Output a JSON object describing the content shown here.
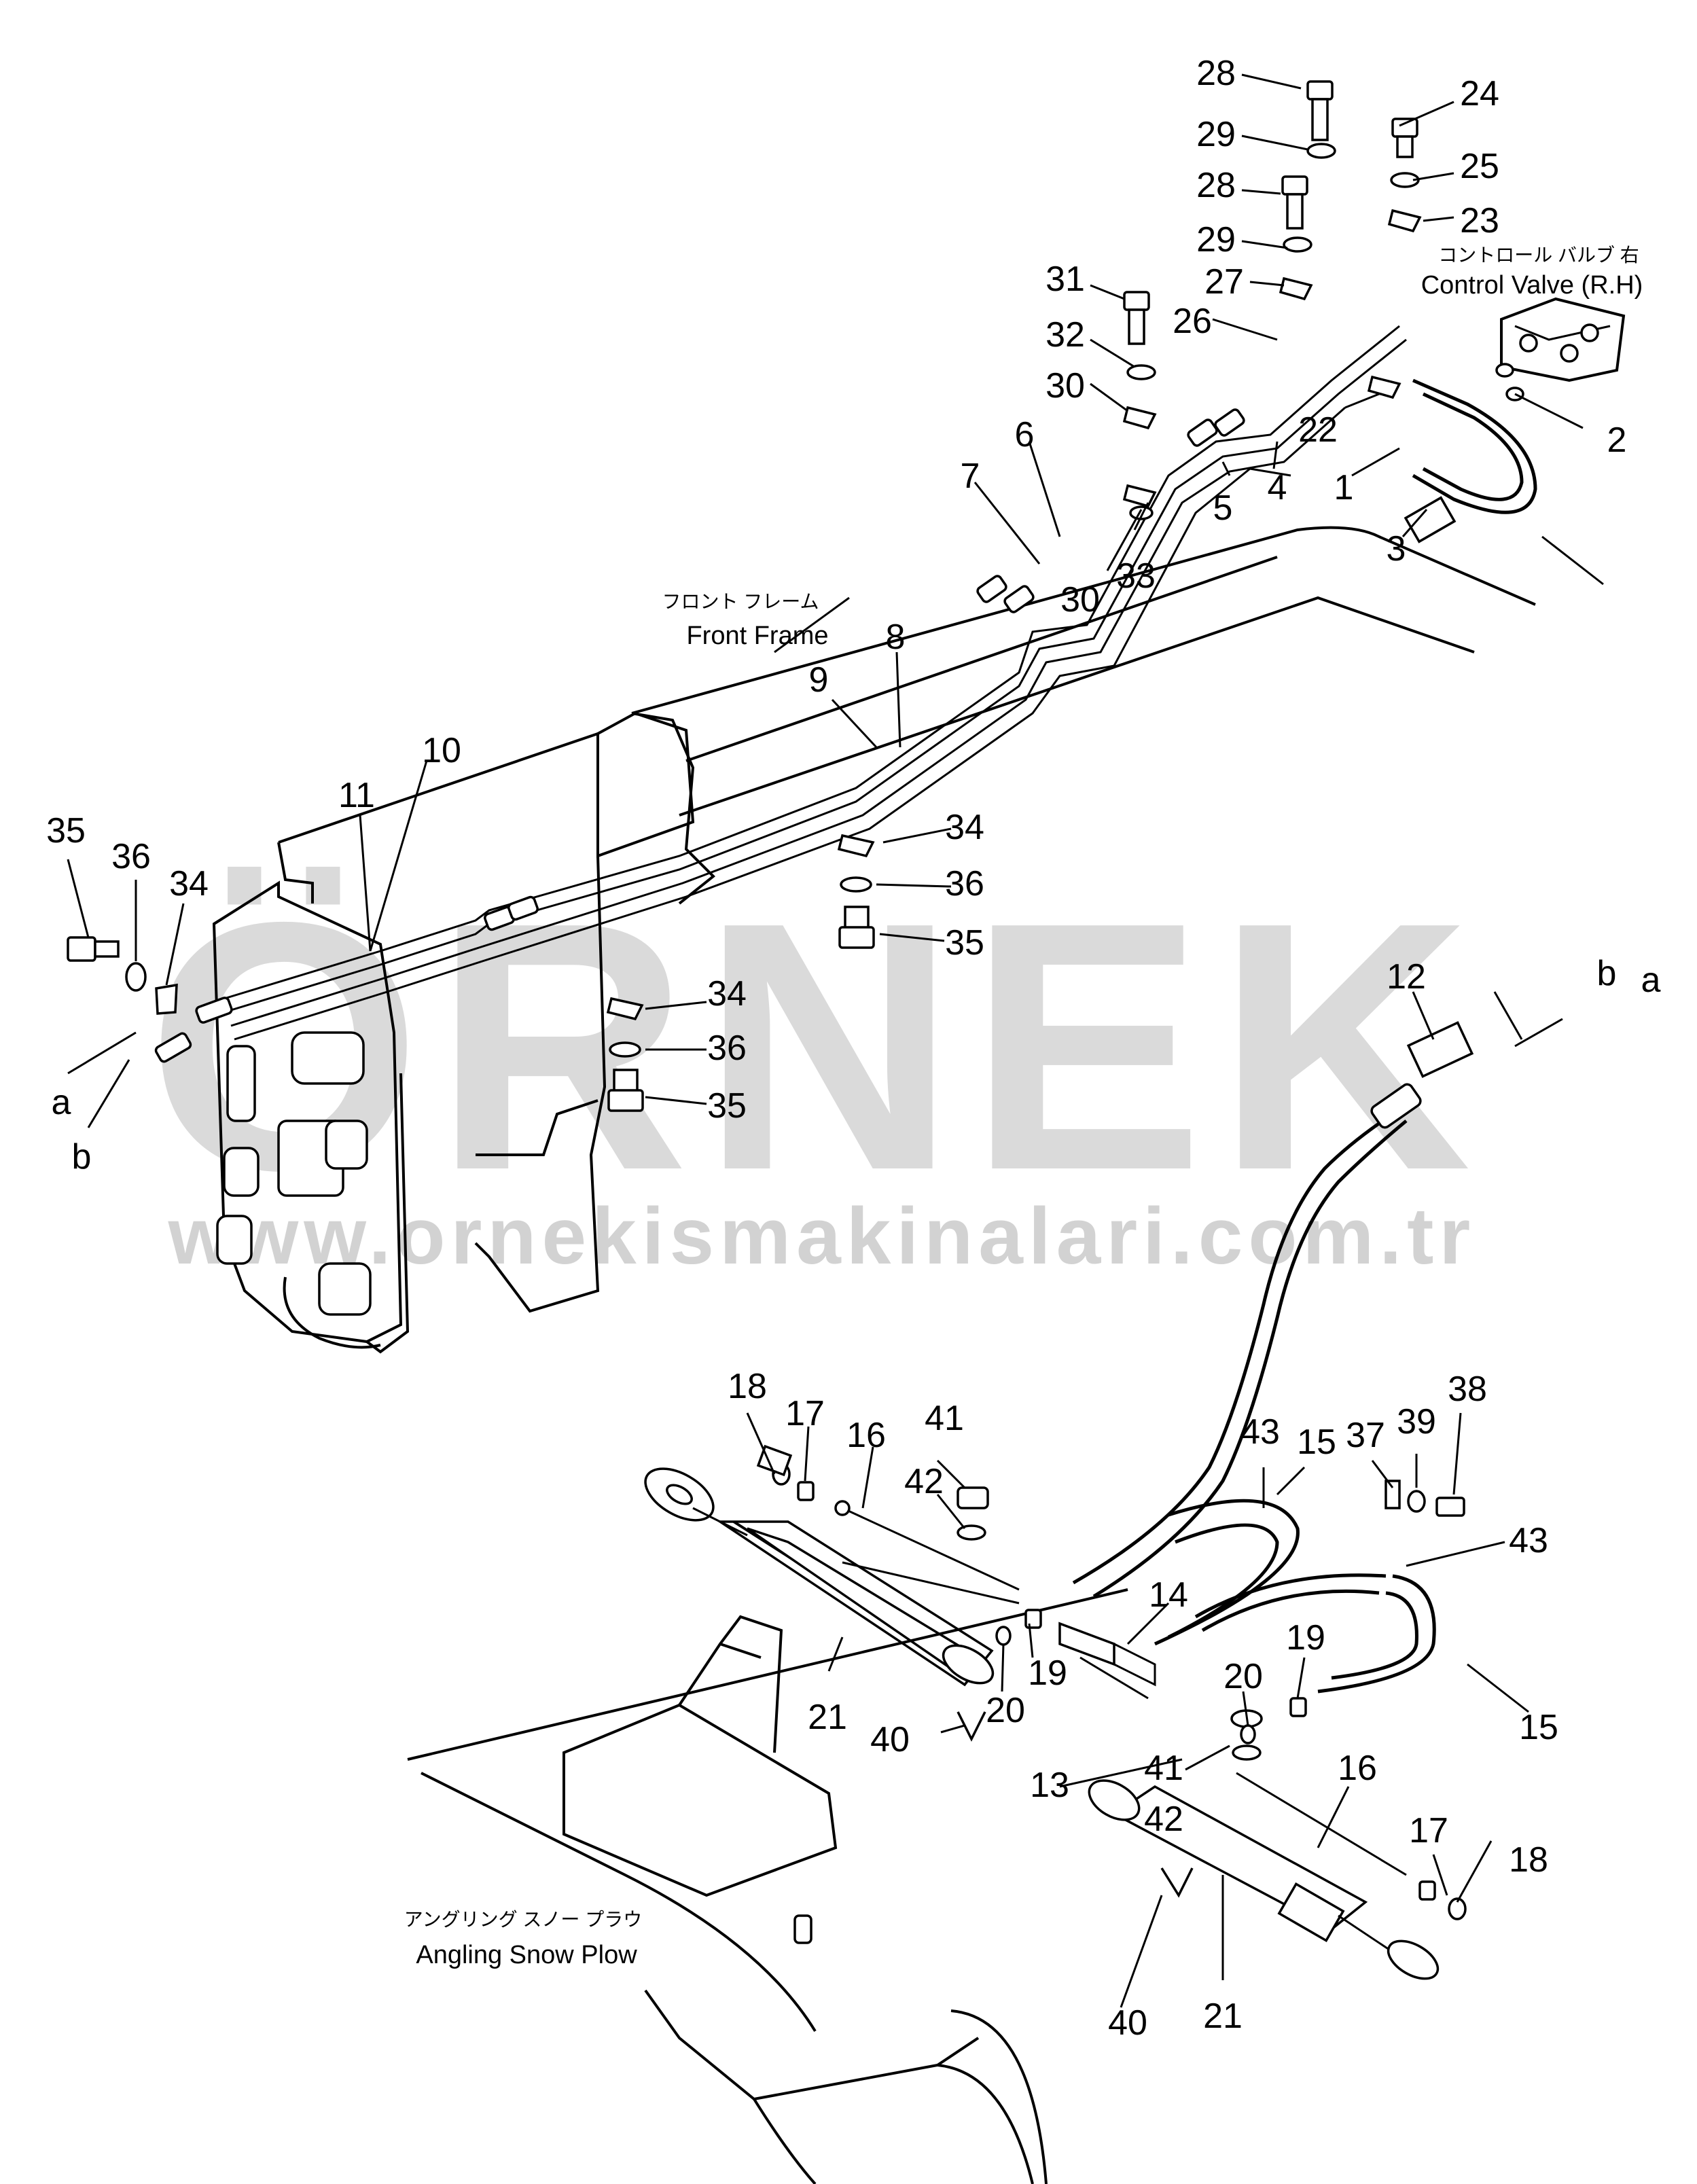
{
  "watermark": {
    "brand": "ÖRNEK",
    "url": "www.ornekismakinalari.com.tr",
    "color": "#d9d9d9"
  },
  "callouts": {
    "front_frame_jp": "フロント フレーム",
    "front_frame_en": "Front Frame",
    "control_valve_jp": "コントロール バルブ 右",
    "control_valve_en": "Control Valve (R.H)",
    "snow_plow_jp": "アングリング スノー プラウ",
    "snow_plow_en": "Angling Snow Plow"
  },
  "part_numbers": [
    "28",
    "24",
    "29",
    "25",
    "28",
    "23",
    "29",
    "31",
    "27",
    "26",
    "32",
    "30",
    "22",
    "2",
    "6",
    "5",
    "4",
    "1",
    "7",
    "3",
    "30",
    "33",
    "8",
    "9",
    "10",
    "11",
    "34",
    "36",
    "35",
    "35",
    "36",
    "34",
    "34",
    "36",
    "35",
    "a",
    "b",
    "b",
    "a",
    "12",
    "18",
    "17",
    "16",
    "41",
    "42",
    "43",
    "15",
    "37",
    "39",
    "38",
    "43",
    "14",
    "19",
    "21",
    "20",
    "40",
    "19",
    "20",
    "15",
    "13",
    "41",
    "42",
    "16",
    "17",
    "18",
    "21",
    "40"
  ]
}
